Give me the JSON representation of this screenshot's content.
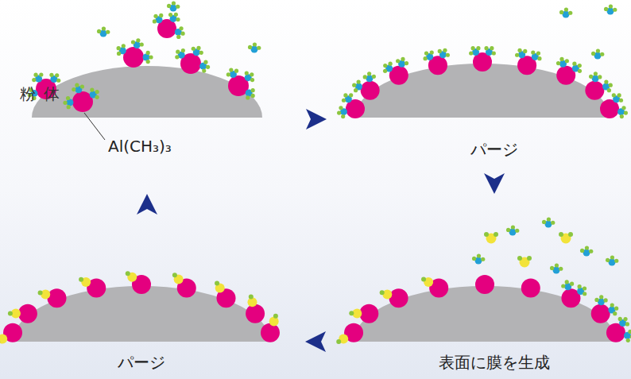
{
  "diagram": {
    "nodes": [
      {
        "text": [
          "粉 体"
        ]
      }
    ],
    "labels": [
      "Al(CH₃)₃",
      "パージ",
      "表面に膜を生成",
      "パージ"
    ]
  }
}
